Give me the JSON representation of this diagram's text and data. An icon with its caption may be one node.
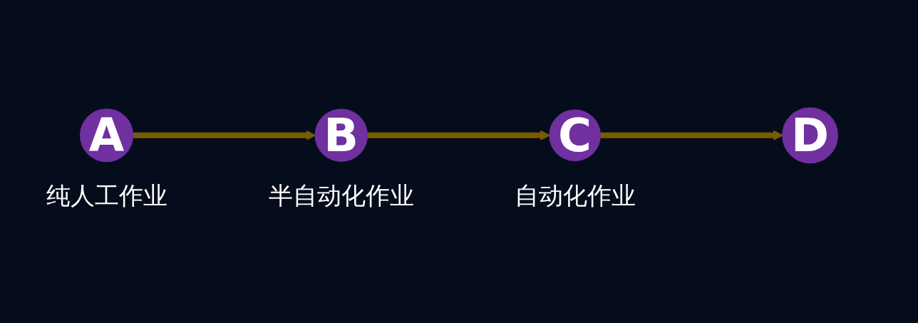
{
  "diagram": {
    "nodes": [
      {
        "text": [
          "A"
        ],
        "beside": [
          "纯人工作业"
        ]
      },
      {
        "text": [
          "B"
        ],
        "beside": [
          "半自动化作业"
        ]
      },
      {
        "text": [
          "C"
        ],
        "beside": [
          "自动化作业"
        ]
      },
      {
        "text": [
          "D"
        ]
      }
    ],
    "edges": [
      {
        "from": 0,
        "to": 1,
        "arrow": "to"
      },
      {
        "from": 1,
        "to": 2,
        "arrow": "to"
      },
      {
        "from": 2,
        "to": 3,
        "arrow": "to"
      }
    ]
  }
}
